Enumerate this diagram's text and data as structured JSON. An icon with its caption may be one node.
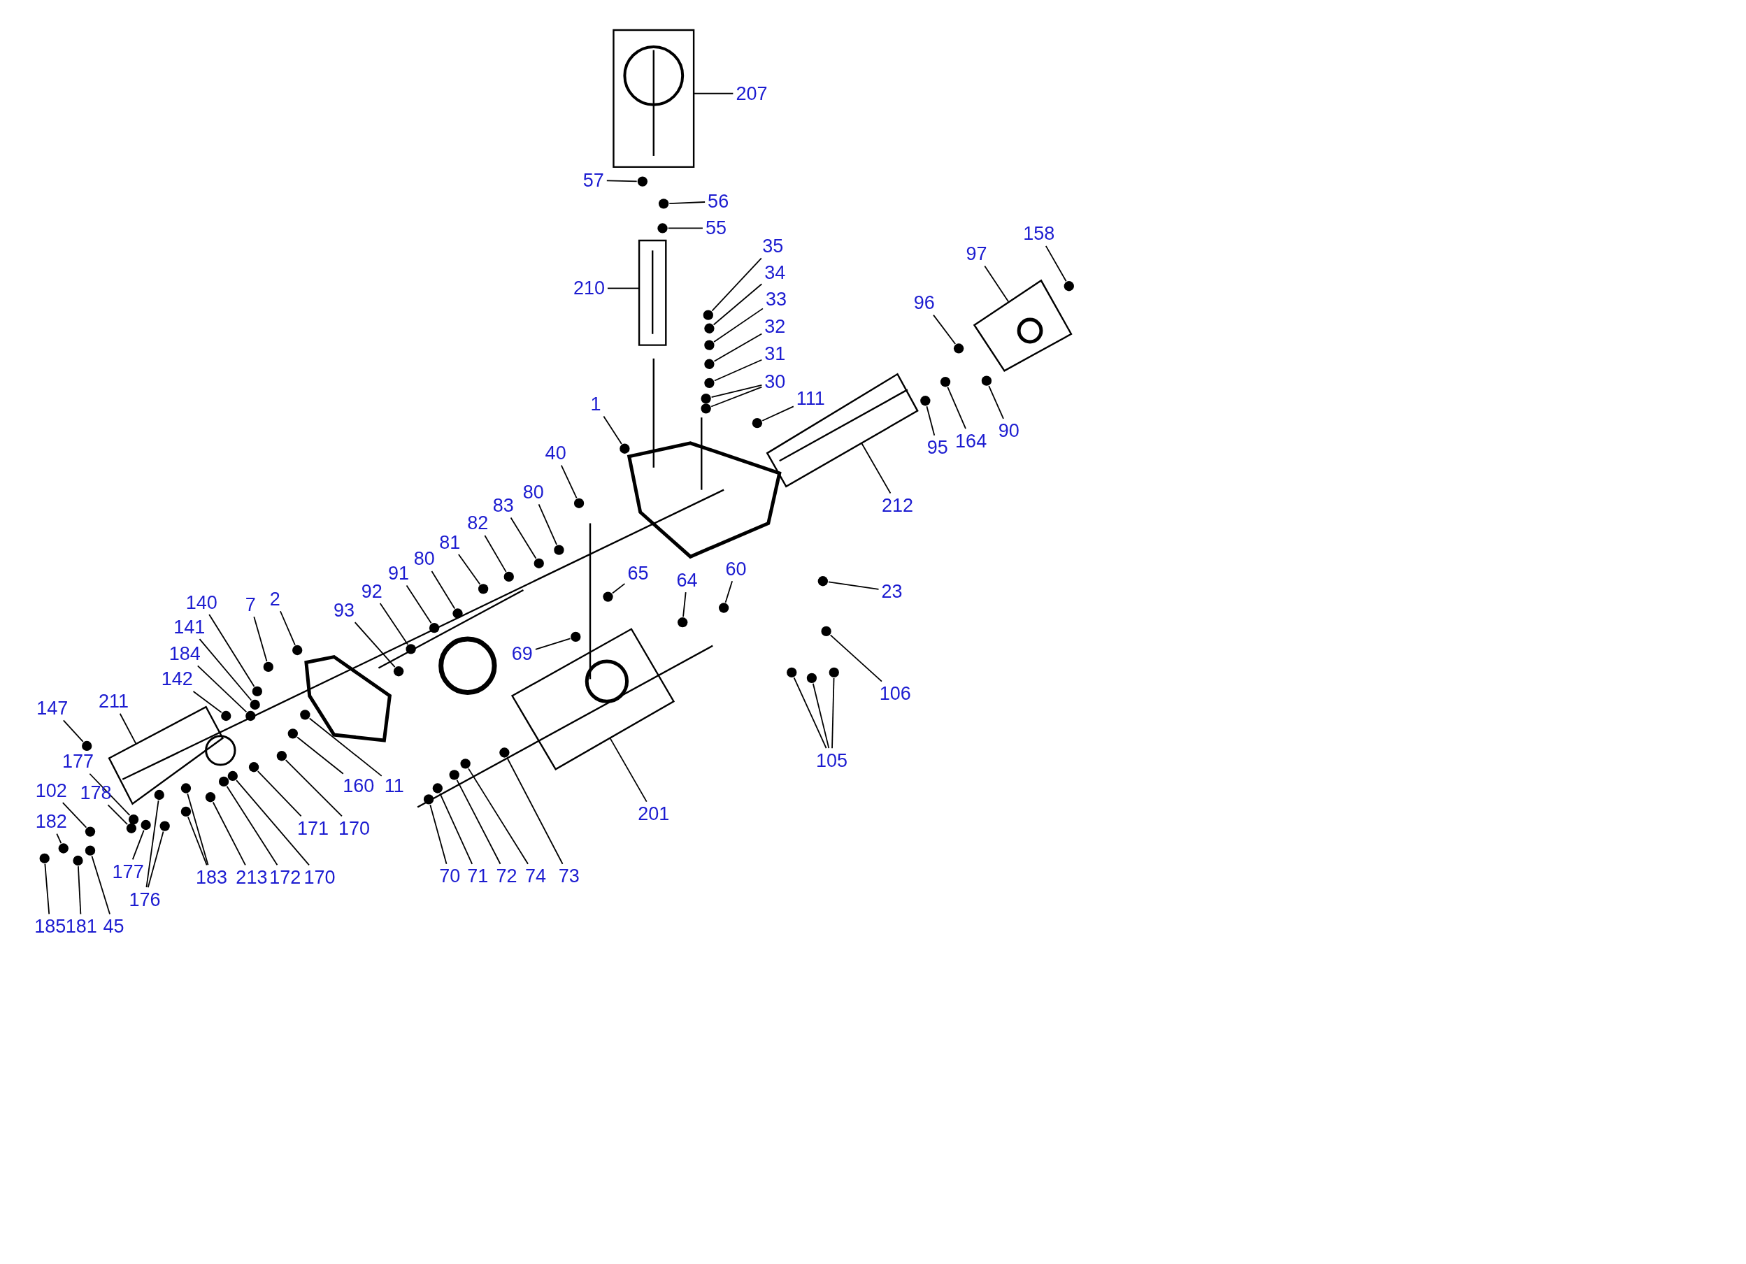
{
  "diagram": {
    "nodes": [
      {
        "text": [],
        "shape": "box"
      },
      {
        "text": [
          "207"
        ]
      },
      {
        "text": [
          "57"
        ]
      },
      {
        "text": [
          "56"
        ]
      },
      {
        "text": [
          "55"
        ]
      },
      {
        "text": [],
        "shape": "box"
      },
      {
        "text": [
          "210"
        ]
      },
      {
        "text": [
          "35"
        ]
      },
      {
        "text": [
          "34"
        ]
      },
      {
        "text": [
          "33"
        ]
      },
      {
        "text": [
          "32"
        ]
      },
      {
        "text": [
          "31"
        ]
      },
      {
        "text": [
          "30"
        ]
      },
      {
        "text": [
          "111"
        ]
      },
      {
        "text": [
          "1"
        ]
      },
      {
        "text": [
          "158"
        ]
      },
      {
        "text": [],
        "shape": "box"
      },
      {
        "text": [
          "97"
        ]
      },
      {
        "text": [
          "96"
        ]
      },
      {
        "text": [
          "90"
        ]
      },
      {
        "text": [
          "164"
        ]
      },
      {
        "text": [
          "95"
        ]
      },
      {
        "text": [],
        "shape": "box"
      },
      {
        "text": [
          "212"
        ]
      },
      {
        "text": [
          "40"
        ]
      },
      {
        "text": [
          "80"
        ]
      },
      {
        "text": [
          "83"
        ]
      },
      {
        "text": [
          "82"
        ]
      },
      {
        "text": [
          "81"
        ]
      },
      {
        "text": [
          "80"
        ]
      },
      {
        "text": [
          "91"
        ]
      },
      {
        "text": [
          "92"
        ]
      },
      {
        "text": [
          "93"
        ]
      },
      {
        "text": [
          "65"
        ]
      },
      {
        "text": [
          "64"
        ]
      },
      {
        "text": [
          "60"
        ]
      },
      {
        "text": [
          "23"
        ]
      },
      {
        "text": [
          "69"
        ]
      },
      {
        "text": [
          "106"
        ]
      },
      {
        "text": [
          "105"
        ]
      },
      {
        "text": [
          "2"
        ]
      },
      {
        "text": [
          "7"
        ]
      },
      {
        "text": [
          "140"
        ]
      },
      {
        "text": [
          "141"
        ]
      },
      {
        "text": [
          "184"
        ]
      },
      {
        "text": [
          "142"
        ]
      },
      {
        "text": [],
        "shape": "box"
      },
      {
        "text": [
          "211"
        ]
      },
      {
        "text": [
          "147"
        ]
      },
      {
        "text": [
          "177"
        ]
      },
      {
        "text": [
          "102"
        ]
      },
      {
        "text": [
          "178"
        ]
      },
      {
        "text": [
          "182"
        ]
      },
      {
        "text": [
          "185"
        ]
      },
      {
        "text": [
          "181"
        ]
      },
      {
        "text": [
          "45"
        ]
      },
      {
        "text": [
          "177"
        ]
      },
      {
        "text": [
          "176"
        ]
      },
      {
        "text": [
          "183"
        ]
      },
      {
        "text": [
          "213"
        ]
      },
      {
        "text": [
          "172"
        ]
      },
      {
        "text": [
          "170"
        ]
      },
      {
        "text": [
          "171"
        ]
      },
      {
        "text": [
          "170"
        ]
      },
      {
        "text": [
          "160"
        ]
      },
      {
        "text": [
          "11"
        ]
      },
      {
        "text": [],
        "shape": "box"
      },
      {
        "text": [
          "201"
        ]
      },
      {
        "text": [
          "70"
        ]
      },
      {
        "text": [
          "71"
        ]
      },
      {
        "text": [
          "72"
        ]
      },
      {
        "text": [
          "74"
        ]
      },
      {
        "text": [
          "73"
        ]
      },
      {
        "text": [],
        "shape": "circle"
      },
      {
        "text": [],
        "shape": "circle"
      },
      {
        "text": [],
        "shape": "circle"
      },
      {
        "text": [],
        "shape": "circle"
      },
      {
        "text": [],
        "shape": "circle"
      },
      {
        "text": [],
        "shape": "circle"
      },
      {
        "text": [],
        "shape": "circle"
      },
      {
        "text": [],
        "shape": "circle"
      },
      {
        "text": [],
        "shape": "circle"
      },
      {
        "text": [],
        "shape": "circle"
      },
      {
        "text": [],
        "shape": "circle"
      },
      {
        "text": [],
        "shape": "circle"
      },
      {
        "text": [],
        "shape": "circle"
      },
      {
        "text": [],
        "shape": "circle"
      },
      {
        "text": [],
        "shape": "circle"
      },
      {
        "text": [],
        "shape": "circle"
      },
      {
        "text": [],
        "shape": "circle"
      },
      {
        "text": [],
        "shape": "circle"
      },
      {
        "text": [],
        "shape": "circle"
      },
      {
        "text": [],
        "shape": "circle"
      },
      {
        "text": [],
        "shape": "circle"
      },
      {
        "text": [],
        "shape": "circle"
      },
      {
        "text": [],
        "shape": "circle"
      },
      {
        "text": [],
        "shape": "circle"
      },
      {
        "text": [],
        "shape": "circle"
      },
      {
        "text": [],
        "shape": "circle"
      },
      {
        "text": [],
        "shape": "circle"
      },
      {
        "text": [],
        "shape": "circle"
      },
      {
        "text": [],
        "shape": "circle"
      },
      {
        "text": [],
        "shape": "circle"
      },
      {
        "text": [],
        "shape": "circle"
      },
      {
        "text": [],
        "shape": "circle"
      },
      {
        "text": [],
        "shape": "circle"
      },
      {
        "text": [],
        "shape": "circle"
      },
      {
        "text": [],
        "shape": "circle"
      },
      {
        "text": [],
        "shape": "circle"
      },
      {
        "text": [],
        "shape": "circle"
      },
      {
        "text": [],
        "shape": "circle"
      },
      {
        "text": [],
        "shape": "circle"
      },
      {
        "text": [],
        "shape": "circle"
      },
      {
        "text": [],
        "shape": "circle"
      },
      {
        "text": [],
        "shape": "circle"
      },
      {
        "text": [],
        "shape": "circle"
      },
      {
        "text": [],
        "shape": "circle"
      },
      {
        "text": [],
        "shape": "circle"
      },
      {
        "text": [],
        "shape": "circle"
      },
      {
        "text": [],
        "shape": "circle"
      },
      {
        "text": [],
        "shape": "circle"
      },
      {
        "text": [],
        "shape": "circle"
      },
      {
        "text": [],
        "shape": "circle"
      },
      {
        "text": [],
        "shape": "circle"
      },
      {
        "text": [],
        "shape": "circle"
      },
      {
        "text": [],
        "shape": "circle"
      },
      {
        "text": [],
        "shape": "circle"
      },
      {
        "text": [],
        "shape": "circle"
      },
      {
        "text": [],
        "shape": "circle"
      },
      {
        "text": [],
        "shape": "circle"
      },
      {
        "text": [],
        "shape": "circle"
      },
      {
        "text": [],
        "shape": "circle"
      },
      {
        "text": [],
        "shape": "circle"
      },
      {
        "text": [],
        "shape": "circle"
      },
      {
        "text": [],
        "shape": "circle"
      },
      {
        "text": [],
        "shape": "circle"
      },
      {
        "text": [],
        "shape": "circle"
      },
      {
        "text": [],
        "shape": "circle"
      },
      {
        "text": [],
        "shape": "circle"
      }
    ],
    "edges": [
      {
        "from": 1,
        "to": 0,
        "arrow": "none"
      },
      {
        "from": 2,
        "to": 73,
        "arrow": "none"
      },
      {
        "from": 3,
        "to": 74,
        "arrow": "none"
      },
      {
        "from": 4,
        "to": 75,
        "arrow": "none"
      },
      {
        "from": 6,
        "to": 5,
        "arrow": "none"
      },
      {
        "from": 7,
        "to": 76,
        "arrow": "none"
      },
      {
        "from": 8,
        "to": 77,
        "arrow": "none"
      },
      {
        "from": 9,
        "to": 78,
        "arrow": "none"
      },
      {
        "from": 10,
        "to": 79,
        "arrow": "none"
      },
      {
        "from": 11,
        "to": 80,
        "arrow": "none"
      },
      {
        "from": 12,
        "to": 81,
        "arrow": "none"
      },
      {
        "from": 12,
        "to": 82,
        "arrow": "none"
      },
      {
        "from": 13,
        "to": 83,
        "arrow": "none"
      },
      {
        "from": 14,
        "to": 84,
        "arrow": "none"
      },
      {
        "from": 15,
        "to": 85,
        "arrow": "none"
      },
      {
        "from": 17,
        "to": 16,
        "arrow": "none"
      },
      {
        "from": 18,
        "to": 86,
        "arrow": "none"
      },
      {
        "from": 19,
        "to": 87,
        "arrow": "none"
      },
      {
        "from": 20,
        "to": 88,
        "arrow": "none"
      },
      {
        "from": 21,
        "to": 89,
        "arrow": "none"
      },
      {
        "from": 23,
        "to": 22,
        "arrow": "none"
      },
      {
        "from": 24,
        "to": 90,
        "arrow": "none"
      },
      {
        "from": 25,
        "to": 91,
        "arrow": "none"
      },
      {
        "from": 26,
        "to": 92,
        "arrow": "none"
      },
      {
        "from": 27,
        "to": 93,
        "arrow": "none"
      },
      {
        "from": 28,
        "to": 94,
        "arrow": "none"
      },
      {
        "from": 29,
        "to": 95,
        "arrow": "none"
      },
      {
        "from": 30,
        "to": 96,
        "arrow": "none"
      },
      {
        "from": 31,
        "to": 97,
        "arrow": "none"
      },
      {
        "from": 32,
        "to": 98,
        "arrow": "none"
      },
      {
        "from": 33,
        "to": 99,
        "arrow": "none"
      },
      {
        "from": 34,
        "to": 100,
        "arrow": "none"
      },
      {
        "from": 35,
        "to": 101,
        "arrow": "none"
      },
      {
        "from": 36,
        "to": 102,
        "arrow": "none"
      },
      {
        "from": 37,
        "to": 103,
        "arrow": "none"
      },
      {
        "from": 38,
        "to": 104,
        "arrow": "none"
      },
      {
        "from": 39,
        "to": 105,
        "arrow": "none"
      },
      {
        "from": 39,
        "to": 106,
        "arrow": "none"
      },
      {
        "from": 39,
        "to": 107,
        "arrow": "none"
      },
      {
        "from": 40,
        "to": 108,
        "arrow": "none"
      },
      {
        "from": 41,
        "to": 109,
        "arrow": "none"
      },
      {
        "from": 42,
        "to": 110,
        "arrow": "none"
      },
      {
        "from": 43,
        "to": 111,
        "arrow": "none"
      },
      {
        "from": 44,
        "to": 112,
        "arrow": "none"
      },
      {
        "from": 45,
        "to": 113,
        "arrow": "none"
      },
      {
        "from": 47,
        "to": 46,
        "arrow": "none"
      },
      {
        "from": 48,
        "to": 114,
        "arrow": "none"
      },
      {
        "from": 49,
        "to": 115,
        "arrow": "none"
      },
      {
        "from": 50,
        "to": 116,
        "arrow": "none"
      },
      {
        "from": 51,
        "to": 117,
        "arrow": "none"
      },
      {
        "from": 52,
        "to": 118,
        "arrow": "none"
      },
      {
        "from": 53,
        "to": 119,
        "arrow": "none"
      },
      {
        "from": 54,
        "to": 120,
        "arrow": "none"
      },
      {
        "from": 55,
        "to": 121,
        "arrow": "none"
      },
      {
        "from": 56,
        "to": 122,
        "arrow": "none"
      },
      {
        "from": 57,
        "to": 123,
        "arrow": "none"
      },
      {
        "from": 57,
        "to": 124,
        "arrow": "none"
      },
      {
        "from": 58,
        "to": 125,
        "arrow": "none"
      },
      {
        "from": 58,
        "to": 126,
        "arrow": "none"
      },
      {
        "from": 59,
        "to": 127,
        "arrow": "none"
      },
      {
        "from": 60,
        "to": 128,
        "arrow": "none"
      },
      {
        "from": 61,
        "to": 129,
        "arrow": "none"
      },
      {
        "from": 62,
        "to": 130,
        "arrow": "none"
      },
      {
        "from": 63,
        "to": 131,
        "arrow": "none"
      },
      {
        "from": 64,
        "to": 132,
        "arrow": "none"
      },
      {
        "from": 65,
        "to": 133,
        "arrow": "none"
      },
      {
        "from": 67,
        "to": 66,
        "arrow": "none"
      },
      {
        "from": 68,
        "to": 134,
        "arrow": "none"
      },
      {
        "from": 69,
        "to": 135,
        "arrow": "none"
      },
      {
        "from": 70,
        "to": 136,
        "arrow": "none"
      },
      {
        "from": 71,
        "to": 137,
        "arrow": "none"
      },
      {
        "from": 72,
        "to": 138,
        "arrow": "none"
      }
    ]
  }
}
